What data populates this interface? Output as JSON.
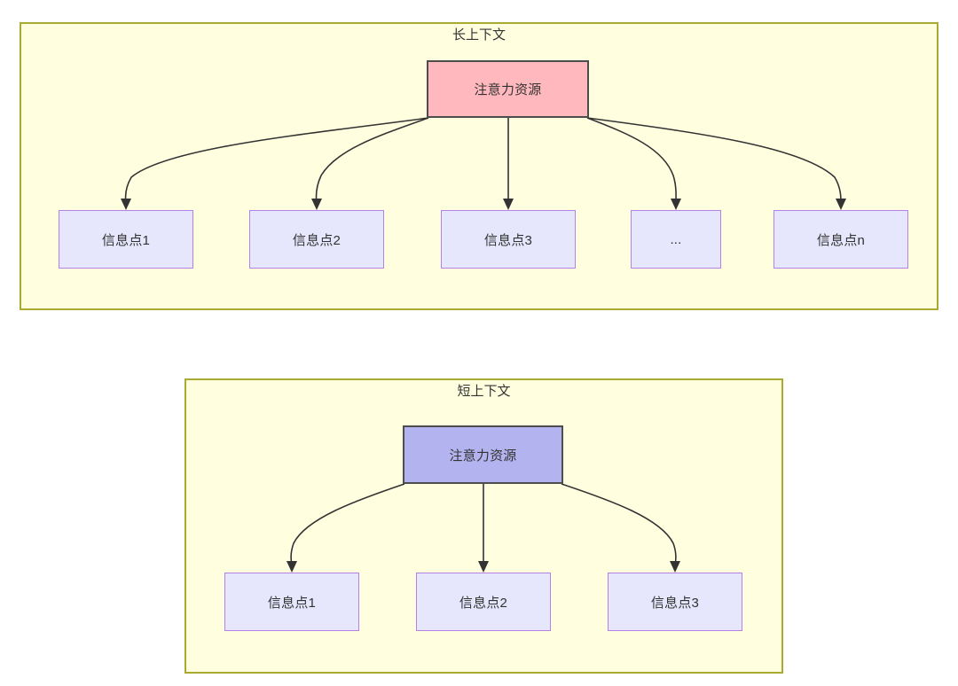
{
  "colors": {
    "panel_fill": "#ffffe0",
    "panel_border": "#aaaa33",
    "root_long_fill": "#ffb8bd",
    "root_short_fill": "#b3b3f0",
    "leaf_fill": "#e6e6fc",
    "leaf_border": "#b580e8",
    "edge": "#333333",
    "text": "#333333",
    "canvas": "#ffffff"
  },
  "diagrams": [
    {
      "id": "long-context",
      "title": "长上下文",
      "root": {
        "label": "注意力资源"
      },
      "leaves": [
        {
          "label": "信息点1"
        },
        {
          "label": "信息点2"
        },
        {
          "label": "信息点3"
        },
        {
          "label": "..."
        },
        {
          "label": "信息点n"
        }
      ]
    },
    {
      "id": "short-context",
      "title": "短上下文",
      "root": {
        "label": "注意力资源"
      },
      "leaves": [
        {
          "label": "信息点1"
        },
        {
          "label": "信息点2"
        },
        {
          "label": "信息点3"
        }
      ]
    }
  ]
}
